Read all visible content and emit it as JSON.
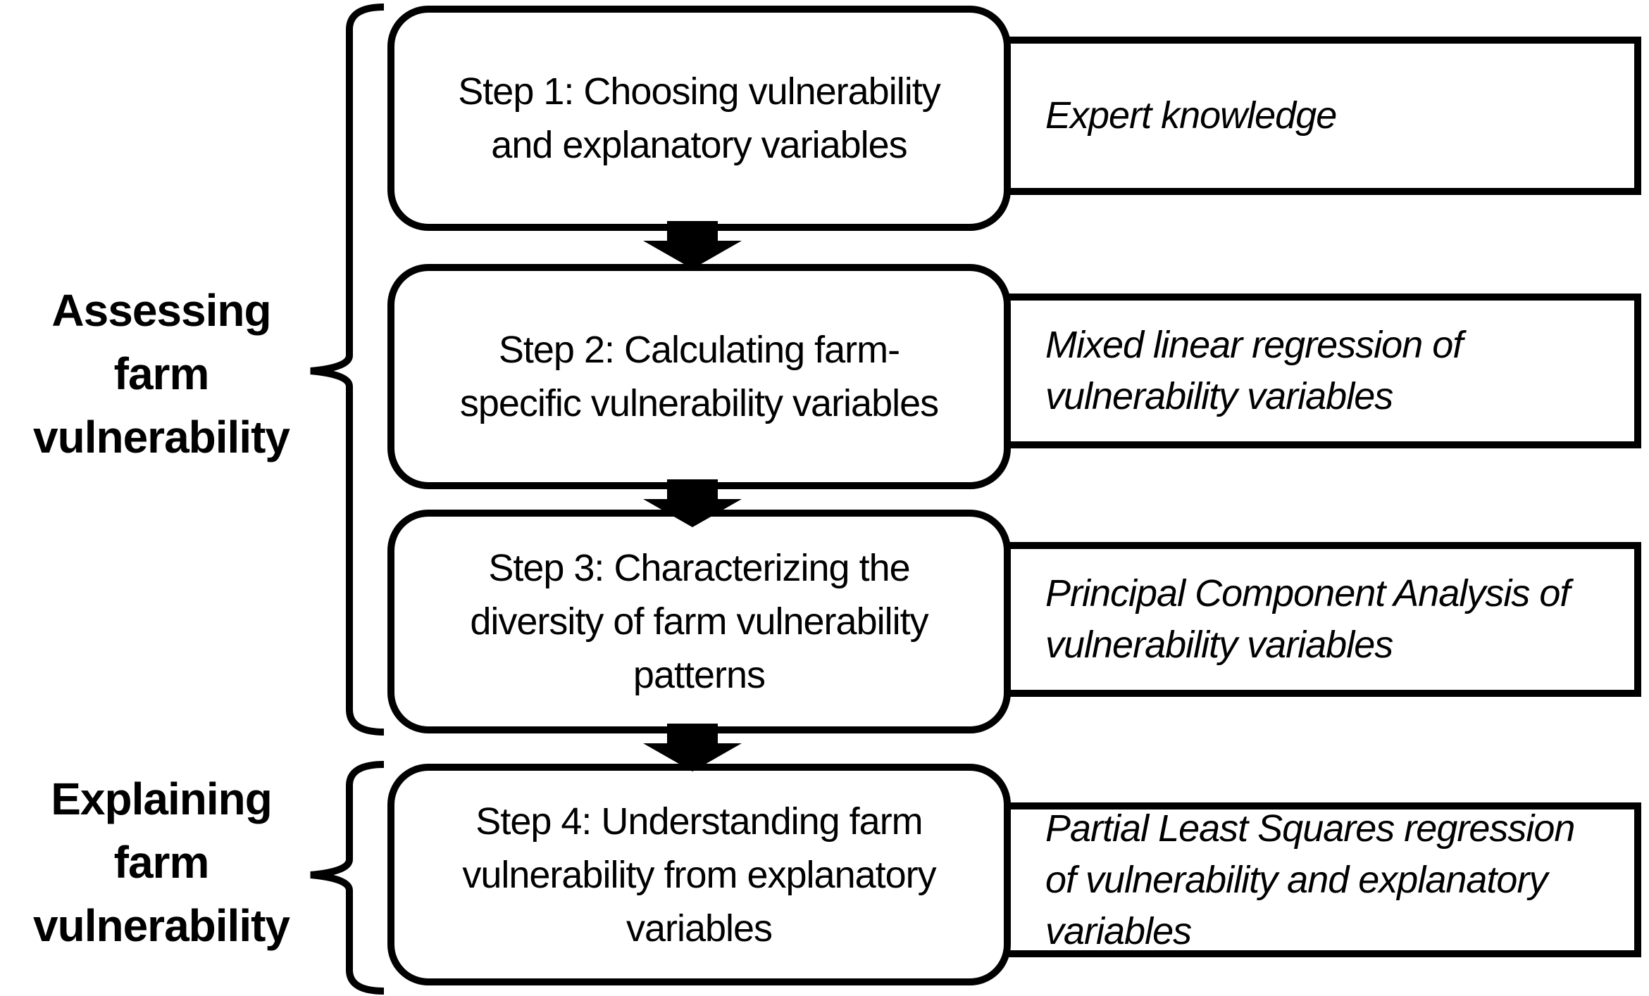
{
  "diagram": {
    "background_color": "#ffffff",
    "ink_color": "#000000",
    "section_labels": [
      {
        "id": "assessing",
        "text": "Assessing\nfarm\nvulnerability"
      },
      {
        "id": "explaining",
        "text": "Explaining\nfarm\nvulnerability"
      }
    ],
    "steps": [
      {
        "box_text": "Step 1: Choosing vulnerability\nand explanatory variables",
        "method_text": "Expert knowledge"
      },
      {
        "box_text": "Step 2: Calculating farm-\nspecific vulnerability variables",
        "method_text": "Mixed linear regression of\nvulnerability variables"
      },
      {
        "box_text": "Step 3: Characterizing the\ndiversity of farm vulnerability\npatterns",
        "method_text": "Principal Component Analysis of\nvulnerability variables"
      },
      {
        "box_text": "Step 4: Understanding farm\nvulnerability from explanatory\nvariables",
        "method_text": "Partial Least Squares regression\nof vulnerability and explanatory\nvariables"
      }
    ],
    "icons": {
      "arrow": "down-arrow",
      "brace": "left-curly-brace"
    }
  }
}
